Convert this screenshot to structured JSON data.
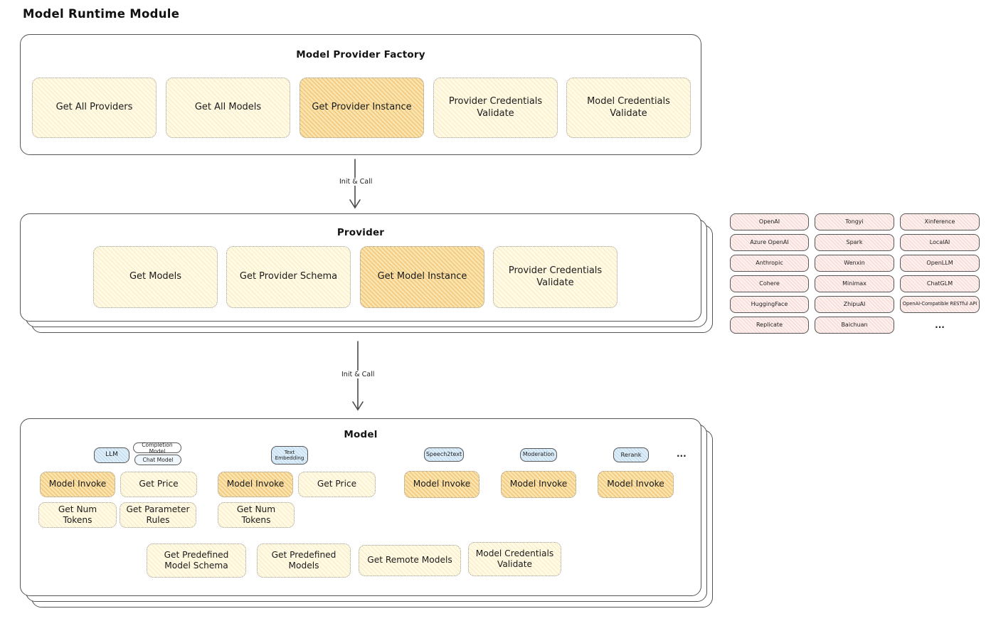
{
  "page_title": "Model Runtime Module",
  "arrows": {
    "first": "Init & Call",
    "second": "Init & Call"
  },
  "factory": {
    "title": "Model Provider Factory",
    "items": [
      {
        "label": "Get All Providers",
        "highlight": false
      },
      {
        "label": "Get All Models",
        "highlight": false
      },
      {
        "label": "Get Provider Instance",
        "highlight": true
      },
      {
        "label": "Provider Credentials Validate",
        "highlight": false
      },
      {
        "label": "Model Credentials Validate",
        "highlight": false
      }
    ]
  },
  "provider": {
    "title": "Provider",
    "items": [
      {
        "label": "Get Models",
        "highlight": false
      },
      {
        "label": "Get Provider Schema",
        "highlight": false
      },
      {
        "label": "Get Model Instance",
        "highlight": true
      },
      {
        "label": "Provider Credentials Validate",
        "highlight": false
      }
    ]
  },
  "vendors": {
    "rows": [
      [
        "OpenAI",
        "Tongyi",
        "Xinference"
      ],
      [
        "Azure OpenAI",
        "Spark",
        "LocalAI"
      ],
      [
        "Anthropic",
        "Wenxin",
        "OpenLLM"
      ],
      [
        "Cohere",
        "Minimax",
        "ChatGLM"
      ],
      [
        "HuggingFace",
        "ZhipuAI",
        "OpenAI-Compatible RESTful API"
      ],
      [
        "Replicate",
        "Baichuan",
        "..."
      ]
    ]
  },
  "model": {
    "title": "Model",
    "tabs": {
      "llm": "LLM",
      "llm_subtypes": [
        "Completion Model",
        "Chat Model"
      ],
      "text_embedding": "Text Embedding",
      "speech2text": "Speech2text",
      "moderation": "Moderation",
      "rerank": "Rerank",
      "more": "..."
    },
    "llm_functions": [
      "Model Invoke",
      "Get Price",
      "Get Num Tokens",
      "Get Parameter Rules"
    ],
    "text_embedding_functions": [
      "Model Invoke",
      "Get Price",
      "Get Num Tokens"
    ],
    "speech2text_functions": [
      "Model Invoke"
    ],
    "moderation_functions": [
      "Model Invoke"
    ],
    "rerank_functions": [
      "Model Invoke"
    ],
    "common_functions": [
      "Get Predefined Model Schema",
      "Get Predefined Models",
      "Get Remote Models",
      "Model Credentials Validate"
    ]
  },
  "colors": {
    "highlight_fill": "#FAE4AE",
    "yellow_fill": "#FFFAE5",
    "pink_fill": "#FCEFED",
    "blue_fill": "#DEEEF9",
    "panel_border": "#545454"
  }
}
